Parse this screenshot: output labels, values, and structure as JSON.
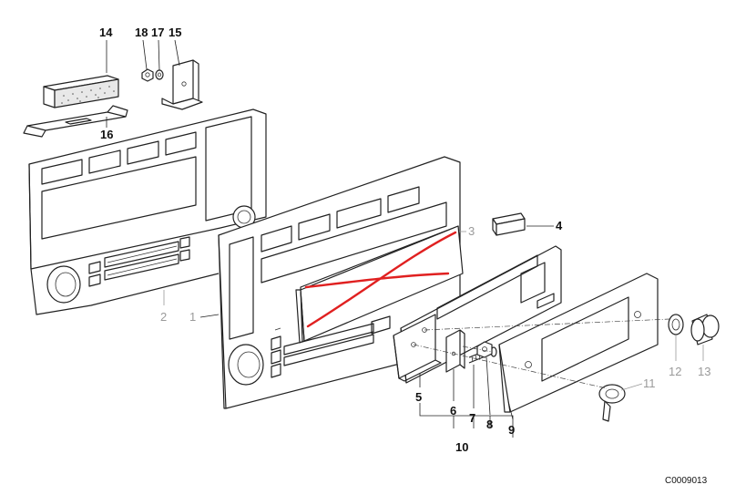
{
  "diagram": {
    "labels": {
      "l1": "1",
      "l2": "2",
      "l3": "3",
      "l4": "4",
      "l5": "5",
      "l6": "6",
      "l7": "7",
      "l8": "8",
      "l9": "9",
      "l10": "10",
      "l11": "11",
      "l12": "12",
      "l13": "13",
      "l14": "14",
      "l15": "15",
      "l16": "16",
      "l17": "17",
      "l18": "18"
    },
    "code": "C0009013",
    "colors": {
      "line": "#222222",
      "grey_label": "#9a9a9a",
      "strike": "#e02020"
    }
  }
}
